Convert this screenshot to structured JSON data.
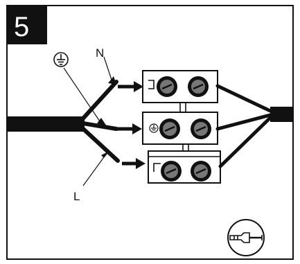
{
  "step": {
    "number": "5"
  },
  "labels": {
    "neutral": "N",
    "live": "L"
  },
  "icons": {
    "earth_symbol": "earth-ground-icon",
    "tool": "screwdriver-icon"
  },
  "colors": {
    "line": "#111111",
    "screw": "#777777",
    "background": "#ffffff"
  }
}
